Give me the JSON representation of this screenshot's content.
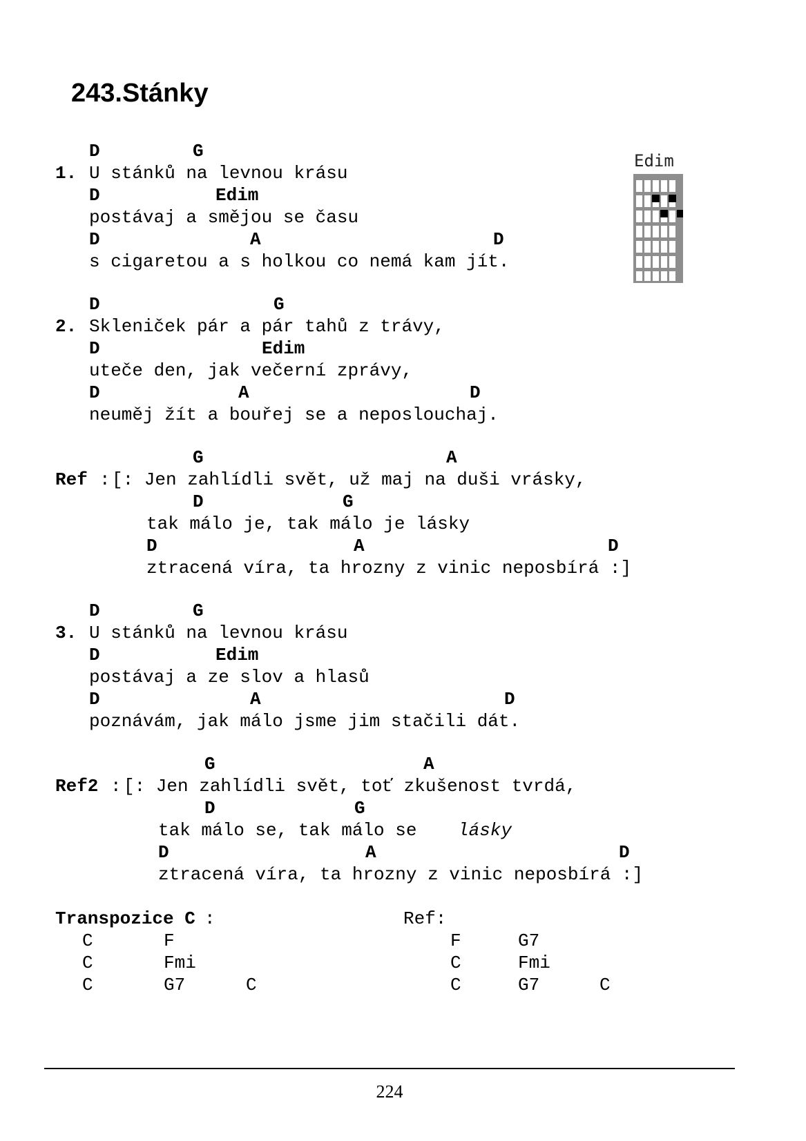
{
  "title": "243.Stánky",
  "chord_diagram": {
    "name": "Edim"
  },
  "verse1": {
    "number": "1.",
    "lines": [
      {
        "chords": [
          "D",
          "G"
        ],
        "text": "U stánků na levnou krásu"
      },
      {
        "chords": [
          "D",
          "Edim"
        ],
        "text": "postávaj a smějou se času"
      },
      {
        "chords": [
          "D",
          "A",
          "D"
        ],
        "text": "s cigaretou a s holkou co nemá kam jít."
      }
    ]
  },
  "verse2": {
    "number": "2.",
    "lines": [
      {
        "chords": [
          "D",
          "G"
        ],
        "text": "Skleniček pár a pár tahů z trávy,"
      },
      {
        "chords": [
          "D",
          "Edim"
        ],
        "text": "uteče den, jak večerní zprávy,"
      },
      {
        "chords": [
          "D",
          "A",
          "D"
        ],
        "text": "neuměj žít a bouřej se a neposlouchaj."
      }
    ]
  },
  "refrain1": {
    "label": "Ref",
    "colon": ":",
    "lines": [
      {
        "chords": [
          "G",
          "A"
        ],
        "text": "[: Jen zahlídli svět, už maj na duši vrásky,"
      },
      {
        "chords": [
          "D",
          "G"
        ],
        "text": "tak málo je, tak málo je lásky"
      },
      {
        "chords": [
          "D",
          "A",
          "D"
        ],
        "text": "ztracená víra, ta hrozny z vinic neposbírá :]"
      }
    ]
  },
  "verse3": {
    "number": "3.",
    "lines": [
      {
        "chords": [
          "D",
          "G"
        ],
        "text": "U stánků na levnou krásu"
      },
      {
        "chords": [
          "D",
          "Edim"
        ],
        "text": "postávaj a ze slov a hlasů"
      },
      {
        "chords": [
          "D",
          "A",
          "D"
        ],
        "text": "poznávám, jak málo jsme jim stačili dát."
      }
    ]
  },
  "refrain2": {
    "label": "Ref2",
    "colon": ":",
    "lines": [
      {
        "chords": [
          "G",
          "A"
        ],
        "text": "[: Jen zahlídli svět, toť zkušenost tvrdá,"
      },
      {
        "chords": [
          "D",
          "G"
        ],
        "text": "tak málo se, tak málo se",
        "text_italic": "lásky"
      },
      {
        "chords": [
          "D",
          "A",
          "D"
        ],
        "text": "ztracená víra, ta hrozny z vinic neposbírá :]"
      }
    ]
  },
  "transposition": {
    "label": "Transpozice C",
    "colon": ":",
    "verse_rows": [
      [
        "C",
        "F"
      ],
      [
        "C",
        "Fmi"
      ],
      [
        "C",
        "G7",
        "C"
      ]
    ],
    "ref_label": "Ref:",
    "ref_rows": [
      [
        "F",
        "G7"
      ],
      [
        "C",
        "Fmi"
      ],
      [
        "C",
        "G7",
        "C"
      ]
    ]
  },
  "page_number": "224"
}
